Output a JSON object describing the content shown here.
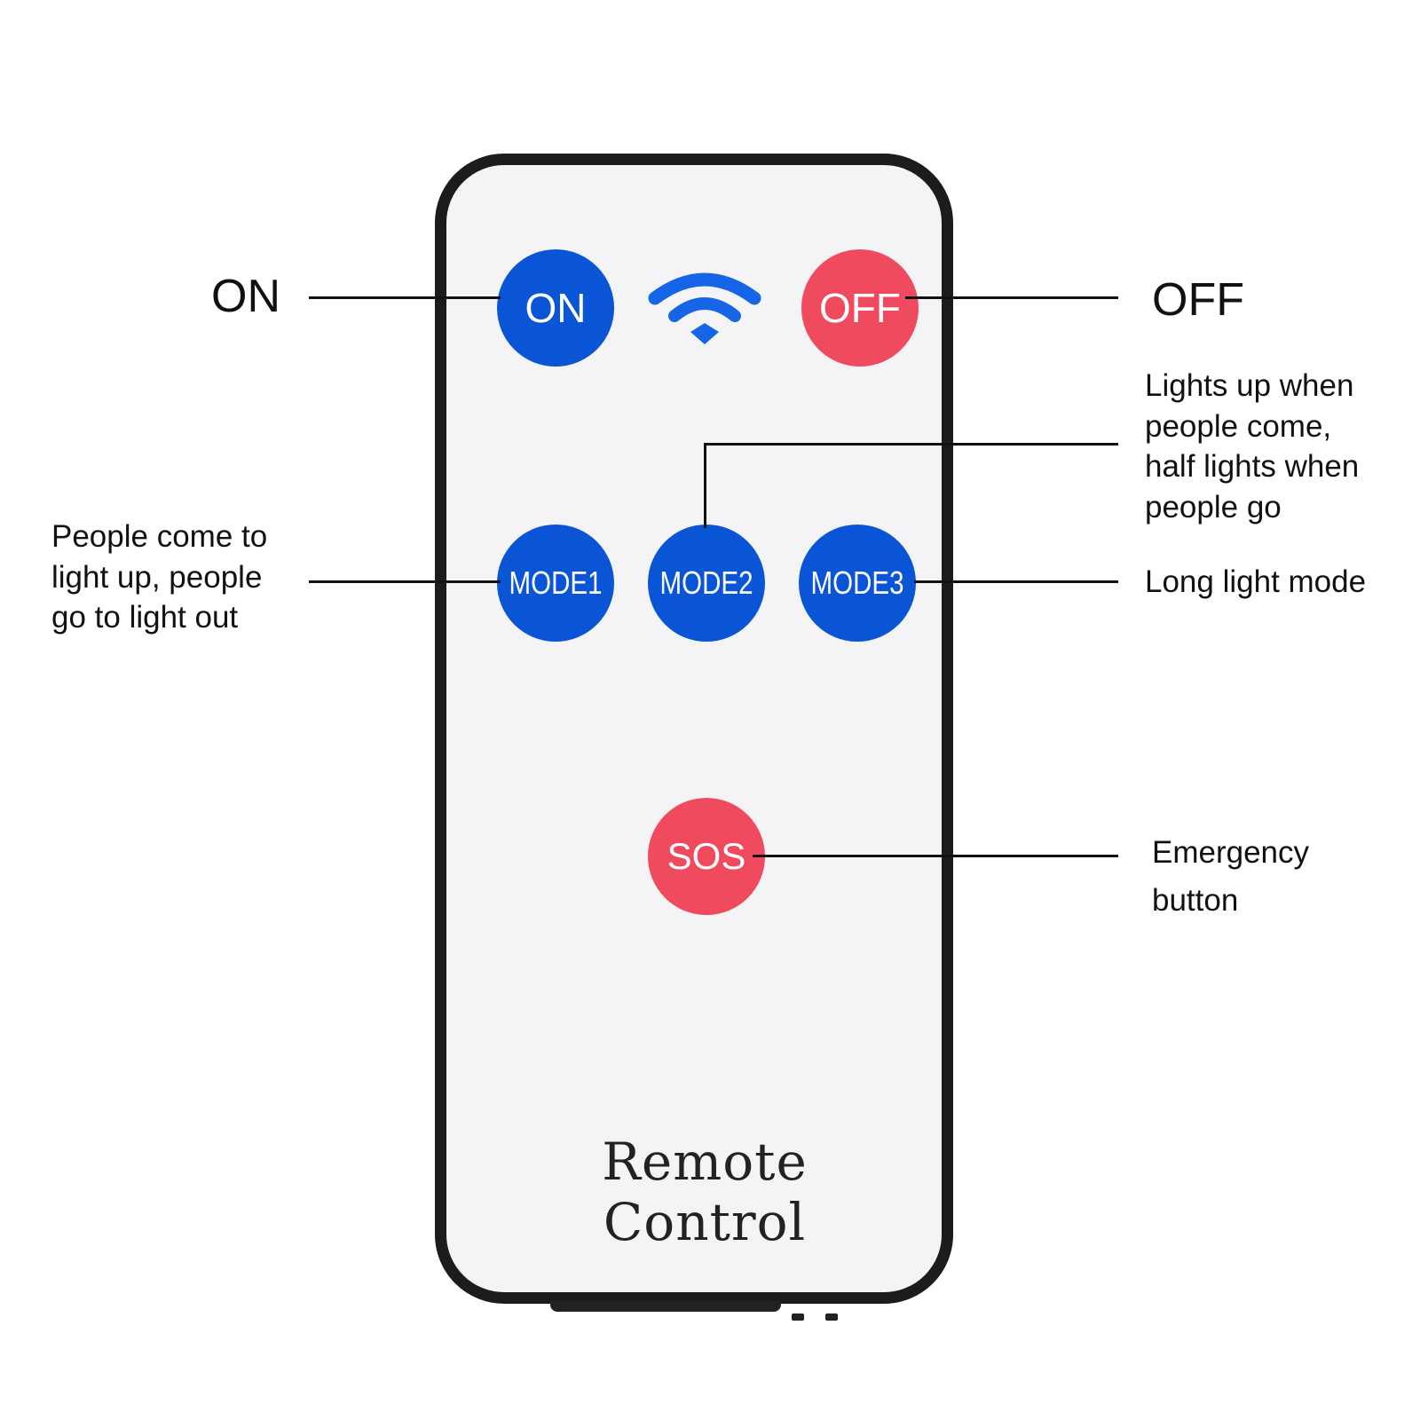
{
  "colors": {
    "blue_button": "#0a55d6",
    "red_button": "#ef4a5e",
    "signal_icon": "#1565e6",
    "outline": "#1c1c1c",
    "remote_face": "#f4f4f7"
  },
  "remote": {
    "brand_text": "Remote Control",
    "signal_icon": "wifi-signal-icon",
    "buttons": {
      "on": "ON",
      "off": "OFF",
      "mode1": "MODE1",
      "mode2": "MODE2",
      "mode3": "MODE3",
      "sos": "SOS"
    }
  },
  "callouts": {
    "on": "ON",
    "off": "OFF",
    "mode1": [
      "People come to",
      "light up, people",
      "go to light out"
    ],
    "mode2": [
      "Lights up when",
      "people come,",
      "half lights when",
      "people go"
    ],
    "mode3": "Long light mode",
    "sos": [
      "Emergency",
      "button"
    ]
  }
}
